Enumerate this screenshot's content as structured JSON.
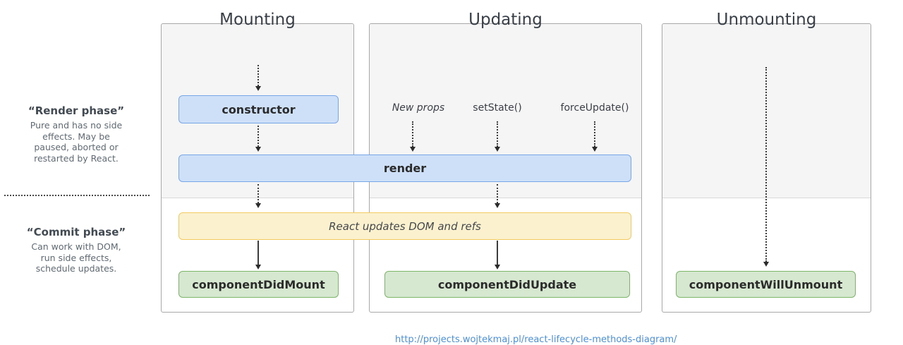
{
  "left_panel": {
    "render_phase": {
      "title": "“Render phase”",
      "description": "Pure and has no side\neffects. May be\npaused, aborted or\nrestarted by React."
    },
    "commit_phase": {
      "title": "“Commit phase”",
      "description": "Can work with DOM,\nrun side effects,\nschedule updates."
    }
  },
  "columns": [
    {
      "id": "mounting",
      "title": "Mounting"
    },
    {
      "id": "updating",
      "title": "Updating"
    },
    {
      "id": "unmounting",
      "title": "Unmounting"
    }
  ],
  "lifecycle_boxes": {
    "constructor": "constructor",
    "render": "render",
    "react_updates_dom": "React updates DOM and refs",
    "componentDidMount": "componentDidMount",
    "componentDidUpdate": "componentDidUpdate",
    "componentWillUnmount": "componentWillUnmount"
  },
  "updating_triggers": [
    {
      "label": "New props",
      "italic": true
    },
    {
      "label": "setState()",
      "italic": false
    },
    {
      "label": "forceUpdate()",
      "italic": false
    }
  ],
  "footer": {
    "caption": "http://projects.wojtekmaj.pl/react-lifecycle-methods-diagram/"
  },
  "colors": {
    "render_phase_bg": "#f5f5f6",
    "box_blue_fill": "#cde0f7",
    "box_blue_border": "#78a7e8",
    "box_yellow_fill": "#fcf1cf",
    "box_yellow_border": "#f2ca5f",
    "box_green_fill": "#d6e8d0",
    "box_green_border": "#7cb468",
    "column_border": "#a8a8a8",
    "arrow": "#3c3c3c",
    "link": "#4a90d9"
  }
}
